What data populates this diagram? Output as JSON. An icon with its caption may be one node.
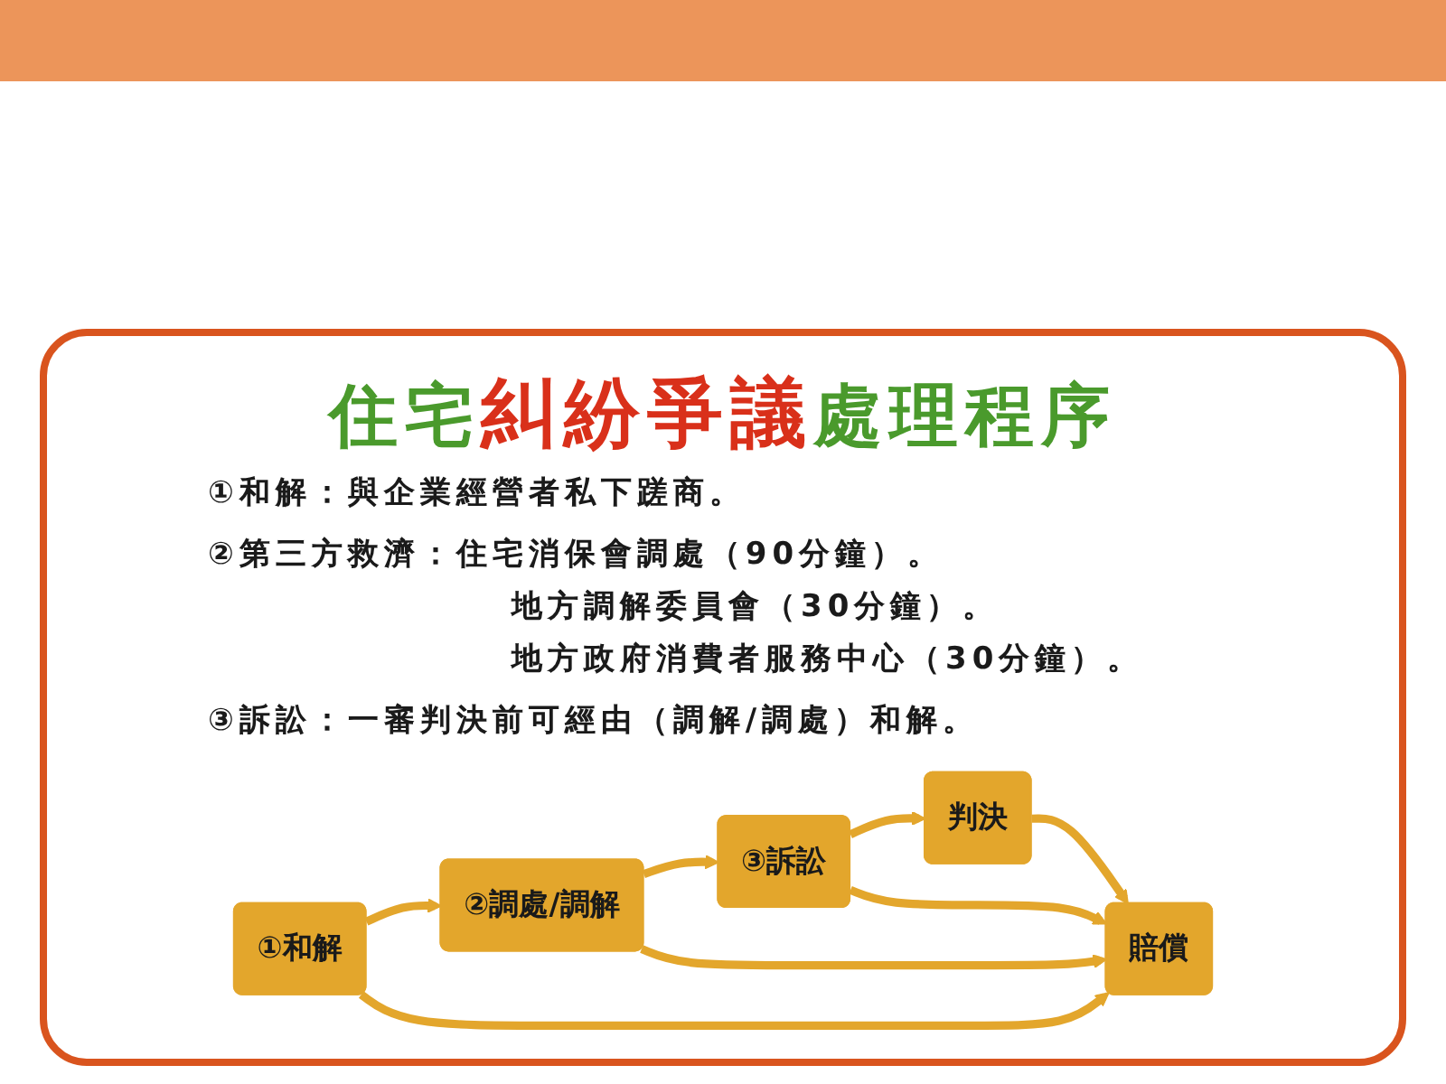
{
  "diagram": {
    "title": "住宅**糾紛爭議**處理程序",
    "nodes": [
      {
        "text": [
          "①和解"
        ]
      },
      {
        "text": [
          "②調處/調解"
        ]
      },
      {
        "text": [
          "③訴訟"
        ]
      },
      {
        "text": [
          "判決"
        ]
      },
      {
        "text": [
          "賠償"
        ]
      }
    ],
    "edges": [
      {
        "from": 0,
        "to": 1,
        "arrow": "to"
      },
      {
        "from": 1,
        "to": 2,
        "arrow": "to"
      },
      {
        "from": 2,
        "to": 3,
        "arrow": "to"
      },
      {
        "from": 3,
        "to": 4,
        "arrow": "to"
      },
      {
        "from": 0,
        "to": 4,
        "arrow": "to"
      },
      {
        "from": 1,
        "to": 4,
        "arrow": "to"
      },
      {
        "from": 2,
        "to": 4,
        "arrow": "to"
      }
    ],
    "labels": [
      "①和解：與企業經營者私下蹉商。",
      "②第三方救濟：住宅消保會調處（90分鐘）。",
      "地方調解委員會（30分鐘）。",
      "地方政府消費者服務中心（30分鐘）。",
      "③訴訟：一審判決前可經由（調解/調處）和解。"
    ]
  }
}
